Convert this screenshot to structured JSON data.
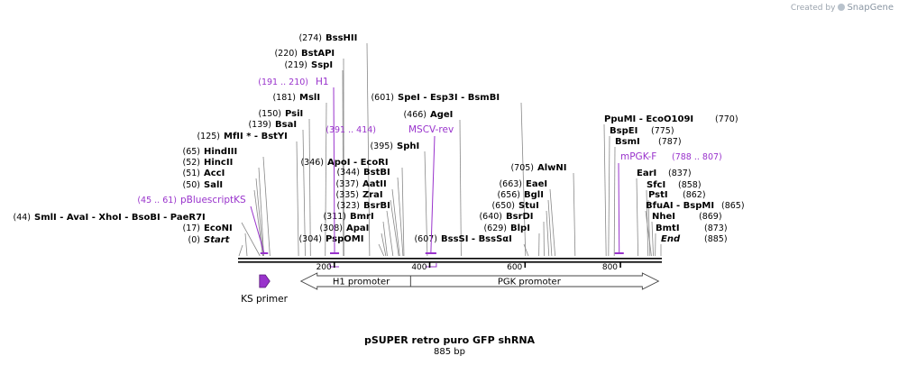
{
  "credit": {
    "prefix": "Created by",
    "brand": "SnapGene"
  },
  "plasmid": {
    "name": "pSUPER retro puro GFP shRNA",
    "size_label": "885 bp",
    "length": 885
  },
  "ruler": {
    "ticks": [
      {
        "bp": 200,
        "label": "200"
      },
      {
        "bp": 400,
        "label": "400"
      },
      {
        "bp": 600,
        "label": "600"
      },
      {
        "bp": 800,
        "label": "800"
      }
    ]
  },
  "sites": [
    {
      "pos": "(0)",
      "name": "Start",
      "bp": 0,
      "style": "italic"
    },
    {
      "pos": "(17)",
      "name": "EcoNI",
      "bp": 17
    },
    {
      "pos": "(44)",
      "name": "SmlI  -  AvaI  -  XhoI  -  BsoBI  -  PaeR7I",
      "bp": 44
    },
    {
      "pos": "(50)",
      "name": "SalI",
      "bp": 50
    },
    {
      "pos": "(51)",
      "name": "AccI",
      "bp": 51
    },
    {
      "pos": "(52)",
      "name": "HincII",
      "bp": 52
    },
    {
      "pos": "(65)",
      "name": "HindIII",
      "bp": 65
    },
    {
      "pos": "(125)",
      "name": "MfII * - BstYI",
      "bp": 125
    },
    {
      "pos": "(139)",
      "name": "BsaI",
      "bp": 139
    },
    {
      "pos": "(150)",
      "name": "PsiI",
      "bp": 150
    },
    {
      "pos": "(181)",
      "name": "MslI",
      "bp": 181
    },
    {
      "pos": "(219)",
      "name": "SspI",
      "bp": 219
    },
    {
      "pos": "(220)",
      "name": "BstAPI",
      "bp": 220
    },
    {
      "pos": "(274)",
      "name": "BssHII",
      "bp": 274
    },
    {
      "pos": "(304)",
      "name": "PspOMI",
      "bp": 304
    },
    {
      "pos": "(308)",
      "name": "ApaI",
      "bp": 308
    },
    {
      "pos": "(311)",
      "name": "BmrI",
      "bp": 311
    },
    {
      "pos": "(323)",
      "name": "BsrBI",
      "bp": 323
    },
    {
      "pos": "(335)",
      "name": "ZraI",
      "bp": 335
    },
    {
      "pos": "(337)",
      "name": "AatII",
      "bp": 337
    },
    {
      "pos": "(344)",
      "name": "BstBI",
      "bp": 344
    },
    {
      "pos": "(346)",
      "name": "ApoI  -  EcoRI",
      "bp": 346
    },
    {
      "pos": "(395)",
      "name": "SphI",
      "bp": 395
    },
    {
      "pos": "(466)",
      "name": "AgeI",
      "bp": 466
    },
    {
      "pos": "(601)",
      "name": "SpeI  -  Esp3I  -  BsmBI",
      "bp": 601
    },
    {
      "pos": "(607)",
      "name": "BssSI  -  BssSαI",
      "bp": 607
    },
    {
      "pos": "(629)",
      "name": "BlpI",
      "bp": 629
    },
    {
      "pos": "(640)",
      "name": "BsrDI",
      "bp": 640
    },
    {
      "pos": "(650)",
      "name": "StuI",
      "bp": 650
    },
    {
      "pos": "(656)",
      "name": "BglI",
      "bp": 656
    },
    {
      "pos": "(663)",
      "name": "EaeI",
      "bp": 663
    },
    {
      "pos": "(705)",
      "name": "AlwNI",
      "bp": 705
    },
    {
      "pos": "(770)",
      "name": "PpuMI  -  EcoO109I",
      "bp": 770
    },
    {
      "pos": "(775)",
      "name": "BspEI",
      "bp": 775
    },
    {
      "pos": "(787)",
      "name": "BsmI",
      "bp": 787
    },
    {
      "pos": "(837)",
      "name": "EarI",
      "bp": 837
    },
    {
      "pos": "(858)",
      "name": "SfcI",
      "bp": 858
    },
    {
      "pos": "(862)",
      "name": "PstI",
      "bp": 862
    },
    {
      "pos": "(865)",
      "name": "BfuAI  -  BspMI",
      "bp": 865
    },
    {
      "pos": "(869)",
      "name": "NheI",
      "bp": 869
    },
    {
      "pos": "(873)",
      "name": "BmtI",
      "bp": 873
    },
    {
      "pos": "(885)",
      "name": "End",
      "bp": 885,
      "style": "italic"
    }
  ],
  "primers": [
    {
      "range": "(45 .. 61)",
      "name": "pBluescriptKS",
      "start": 45,
      "end": 61
    },
    {
      "range": "(191 .. 210)",
      "name": "H1",
      "start": 191,
      "end": 210
    },
    {
      "range": "(391 .. 414)",
      "name": "MSCV-rev",
      "start": 391,
      "end": 414
    },
    {
      "range": "(788 .. 807)",
      "name": "mPGK-F",
      "start": 788,
      "end": 807
    }
  ],
  "features": [
    {
      "name": "KS primer",
      "start": 45,
      "end": 61,
      "strand": "+",
      "color": "#9933cc"
    },
    {
      "name": "H1 promoter",
      "start": 130,
      "end": 360,
      "strand": "-",
      "color": "#ffffff"
    },
    {
      "name": "PGK promoter",
      "start": 360,
      "end": 880,
      "strand": "+",
      "color": "#ffffff"
    }
  ],
  "colors": {
    "primer": "#9933cc",
    "line": "#888888",
    "text": "#000000"
  }
}
